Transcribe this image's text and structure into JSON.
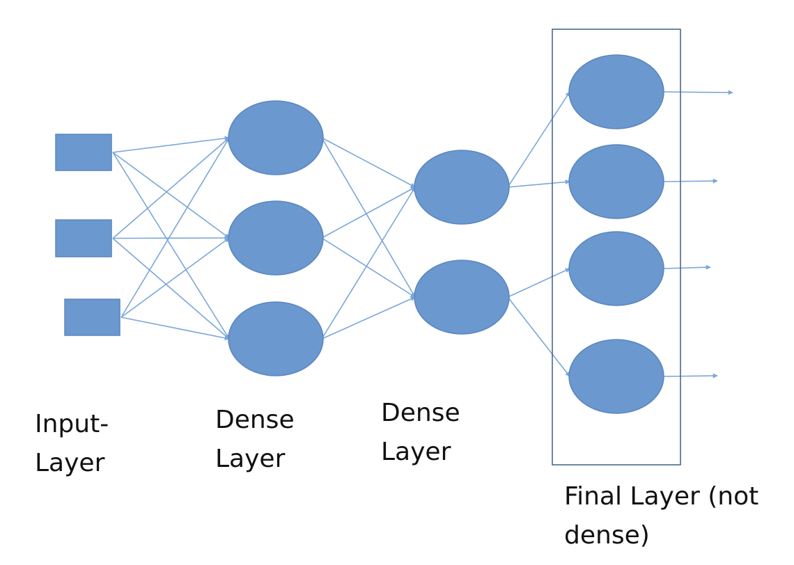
{
  "colors": {
    "node_fill": "#6a98cf",
    "node_stroke": "#5a86be",
    "edge": "#7aa6d8",
    "box_stroke": "#3f5f86",
    "text": "#111111"
  },
  "layers": [
    {
      "id": "input",
      "node_shape": "rectangle",
      "node_count": 3,
      "label_lines": [
        "Input-",
        "Layer"
      ]
    },
    {
      "id": "dense1",
      "node_shape": "ellipse",
      "node_count": 3,
      "label_lines": [
        "Dense",
        "Layer"
      ]
    },
    {
      "id": "dense2",
      "node_shape": "ellipse",
      "node_count": 2,
      "label_lines": [
        "Dense",
        "Layer"
      ]
    },
    {
      "id": "final",
      "node_shape": "ellipse",
      "node_count": 4,
      "label_lines": [
        "Final Layer (not",
        "dense)"
      ],
      "enclosed_in_box": true
    }
  ],
  "edges": [
    {
      "from": "input.0",
      "to": "dense1.0"
    },
    {
      "from": "input.0",
      "to": "dense1.1"
    },
    {
      "from": "input.0",
      "to": "dense1.2"
    },
    {
      "from": "input.1",
      "to": "dense1.0"
    },
    {
      "from": "input.1",
      "to": "dense1.1"
    },
    {
      "from": "input.1",
      "to": "dense1.2"
    },
    {
      "from": "input.2",
      "to": "dense1.0"
    },
    {
      "from": "input.2",
      "to": "dense1.1"
    },
    {
      "from": "input.2",
      "to": "dense1.2"
    },
    {
      "from": "dense1.0",
      "to": "dense2.0"
    },
    {
      "from": "dense1.0",
      "to": "dense2.1"
    },
    {
      "from": "dense1.1",
      "to": "dense2.0"
    },
    {
      "from": "dense1.1",
      "to": "dense2.1"
    },
    {
      "from": "dense1.2",
      "to": "dense2.0"
    },
    {
      "from": "dense1.2",
      "to": "dense2.1"
    },
    {
      "from": "dense2.0",
      "to": "final.0"
    },
    {
      "from": "dense2.0",
      "to": "final.1"
    },
    {
      "from": "dense2.1",
      "to": "final.2"
    },
    {
      "from": "dense2.1",
      "to": "final.3"
    },
    {
      "from": "final.0",
      "to": "output"
    },
    {
      "from": "final.1",
      "to": "output"
    },
    {
      "from": "final.2",
      "to": "output"
    },
    {
      "from": "final.3",
      "to": "output"
    }
  ]
}
